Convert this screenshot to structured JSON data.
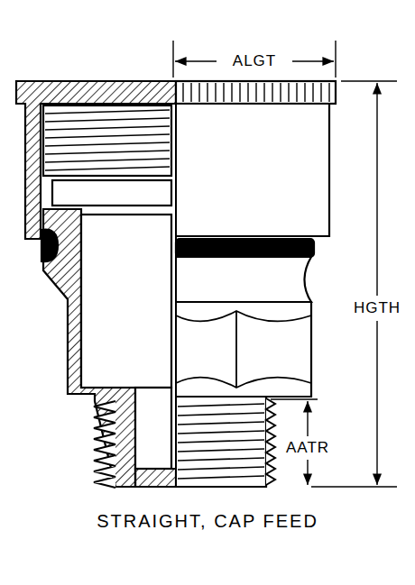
{
  "diagram": {
    "caption": "STRAIGHT, CAP FEED",
    "labels": [
      "ALGT",
      "HGTH",
      "AATR"
    ]
  }
}
